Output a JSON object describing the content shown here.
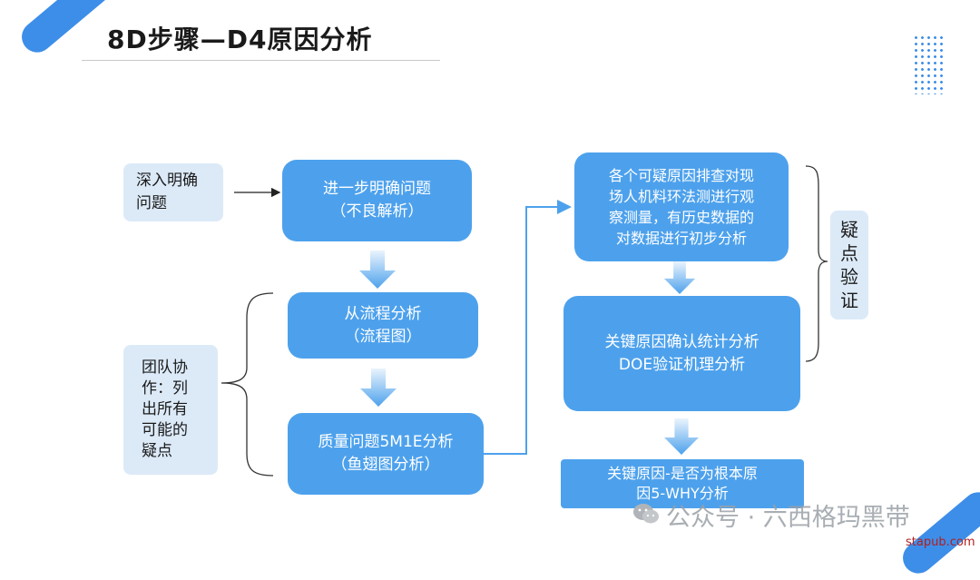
{
  "title": "8D步骤—D4原因分析",
  "left_notes": {
    "note1": [
      "深入明确",
      "问题"
    ],
    "note2": [
      "团队协",
      "作：列",
      "出所有",
      "可能的",
      "疑点"
    ]
  },
  "left_column": {
    "box1": [
      "进一步明确问题",
      "（不良解析）"
    ],
    "box2": [
      "从流程分析",
      "（流程图）"
    ],
    "box3": [
      "质量问题5M1E分析",
      "（鱼翅图分析）"
    ]
  },
  "right_column": {
    "box1": [
      "各个可疑原因排查对现",
      "场人机料环法测进行观",
      "察测量，有历史数据的",
      "对数据进行初步分析"
    ],
    "box2": [
      "关键原因确认统计分析",
      "DOE验证机理分析"
    ],
    "box3": [
      "关键原因-是否为根本原",
      "因5-WHY分析"
    ]
  },
  "side_label": [
    "疑",
    "点",
    "验",
    "证"
  ],
  "watermark": "公众号 · 六西格玛黑带",
  "site": "stapub.com",
  "colors": {
    "primary": "#4da1ec",
    "light": "#dceaf8",
    "accent": "#3d8ee8"
  }
}
